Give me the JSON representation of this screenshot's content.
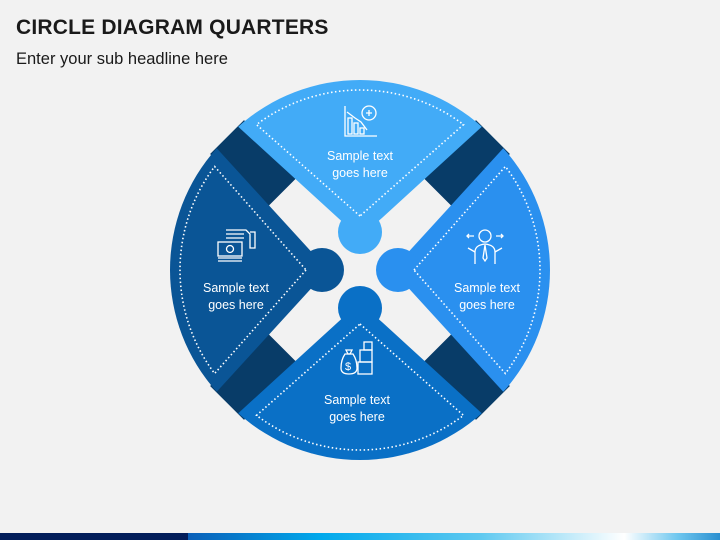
{
  "header": {
    "title": "CIRCLE DIAGRAM QUARTERS",
    "subtitle": "Enter your sub headline here"
  },
  "quarters": [
    {
      "position": "top",
      "text_line1": "Sample text",
      "text_line2": "goes here",
      "icon": "chart-decline-icon",
      "color": "#42abf7"
    },
    {
      "position": "right",
      "text_line1": "Sample text",
      "text_line2": "goes here",
      "icon": "businessman-choice-icon",
      "color": "#2a90ef"
    },
    {
      "position": "bottom",
      "text_line1": "Sample text",
      "text_line2": "goes here",
      "icon": "money-bag-icon",
      "color": "#0a70c6"
    },
    {
      "position": "left",
      "text_line1": "Sample text",
      "text_line2": "goes here",
      "icon": "hand-cash-icon",
      "color": "#0a5596"
    }
  ],
  "colors": {
    "band": "#083c68",
    "background": "#f2f2f2"
  }
}
